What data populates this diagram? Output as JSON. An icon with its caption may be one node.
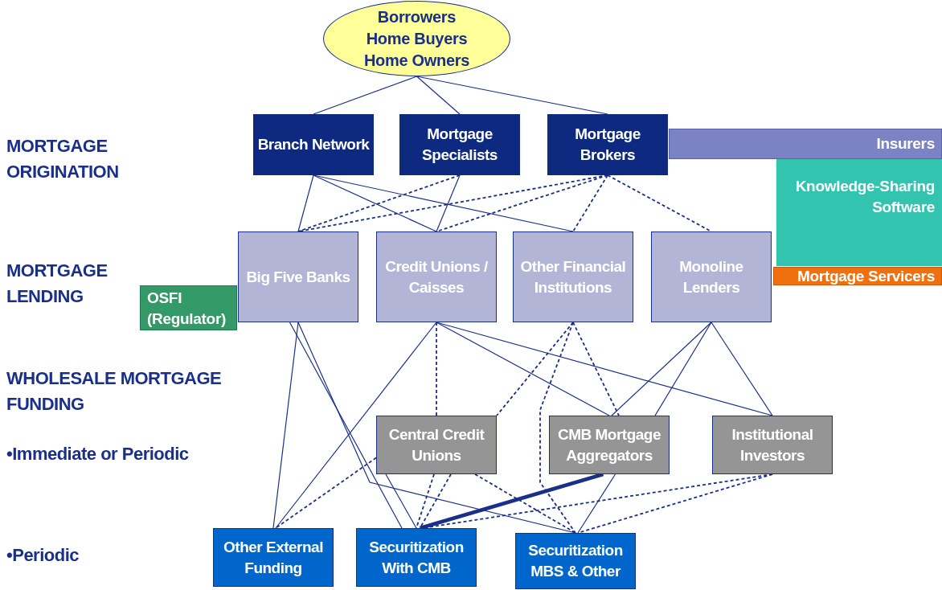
{
  "diagram": {
    "nodes": [
      {
        "text": [
          "Borrowers Home Buyers Home Owners"
        ]
      },
      {
        "text": [
          "Branch Network"
        ]
      },
      {
        "text": [
          "Mortgage Specialists"
        ]
      },
      {
        "text": [
          "Mortgage Brokers"
        ]
      },
      {
        "text": [
          "Insurers"
        ]
      },
      {
        "text": [
          "Knowledge-Sharing Software"
        ]
      },
      {
        "text": [
          "Big Five Banks"
        ]
      },
      {
        "text": [
          "Credit Unions / Caisses"
        ]
      },
      {
        "text": [
          "Other Financial Institutions"
        ]
      },
      {
        "text": [
          "Monoline Lenders"
        ]
      },
      {
        "text": [
          "Mortgage Servicers"
        ]
      },
      {
        "text": [
          "OSFI (Regulator)"
        ]
      },
      {
        "text": [
          "Central Credit Unions"
        ]
      },
      {
        "text": [
          "CMB Mortgage Aggregators"
        ]
      },
      {
        "text": [
          "Institutional Investors"
        ]
      },
      {
        "text": [
          "Other External Funding"
        ]
      },
      {
        "text": [
          "Securitization With CMB"
        ]
      },
      {
        "text": [
          "Securitization MBS & Other"
        ]
      }
    ],
    "edges": [
      {
        "from": 0,
        "to": 1,
        "arrow": "none"
      },
      {
        "from": 0,
        "to": 2,
        "arrow": "none"
      },
      {
        "from": 0,
        "to": 3,
        "arrow": "none"
      },
      {
        "from": 1,
        "to": 6,
        "arrow": "none"
      },
      {
        "from": 1,
        "to": 7,
        "arrow": "none"
      },
      {
        "from": 1,
        "to": 8,
        "arrow": "none"
      },
      {
        "from": 2,
        "to": 6,
        "arrow": "none",
        "style": "dashed"
      },
      {
        "from": 2,
        "to": 7,
        "arrow": "none"
      },
      {
        "from": 3,
        "to": 6,
        "arrow": "none",
        "style": "dashed"
      },
      {
        "from": 3,
        "to": 7,
        "arrow": "none",
        "style": "dashed"
      },
      {
        "from": 3,
        "to": 8,
        "arrow": "none",
        "style": "dashed"
      },
      {
        "from": 3,
        "to": 9,
        "arrow": "none",
        "style": "dashed"
      },
      {
        "from": 6,
        "to": 15,
        "arrow": "none"
      },
      {
        "from": 6,
        "to": 16,
        "arrow": "none"
      },
      {
        "from": 6,
        "to": 17,
        "arrow": "none"
      },
      {
        "from": 7,
        "to": 15,
        "arrow": "none"
      },
      {
        "from": 7,
        "to": 12,
        "arrow": "none",
        "style": "dashed"
      },
      {
        "from": 7,
        "to": 13,
        "arrow": "none"
      },
      {
        "from": 7,
        "to": 14,
        "arrow": "none"
      },
      {
        "from": 8,
        "to": 12,
        "arrow": "none",
        "style": "dashed"
      },
      {
        "from": 8,
        "to": 13,
        "arrow": "none",
        "style": "dashed"
      },
      {
        "from": 8,
        "to": 17,
        "arrow": "none",
        "style": "dashed"
      },
      {
        "from": 9,
        "to": 13,
        "arrow": "none"
      },
      {
        "from": 9,
        "to": 13,
        "arrow": "none"
      },
      {
        "from": 9,
        "to": 14,
        "arrow": "none"
      },
      {
        "from": 12,
        "to": 15,
        "arrow": "none",
        "style": "dashed"
      },
      {
        "from": 12,
        "to": 16,
        "arrow": "none"
      },
      {
        "from": 12,
        "to": 16,
        "arrow": "none",
        "style": "dashed"
      },
      {
        "from": 12,
        "to": 16,
        "arrow": "none",
        "style": "dashed"
      },
      {
        "from": 12,
        "to": 17,
        "arrow": "none",
        "style": "dashed"
      },
      {
        "from": 13,
        "to": 16,
        "arrow": "none",
        "style": "thick"
      },
      {
        "from": 13,
        "to": 17,
        "arrow": "none"
      },
      {
        "from": 14,
        "to": 16,
        "arrow": "none",
        "style": "dashed"
      },
      {
        "from": 14,
        "to": 17,
        "arrow": "none",
        "style": "dashed"
      }
    ],
    "labels": [
      "MORTGAGE ORIGINATION",
      "MORTGAGE LENDING",
      "WHOLESALE MORTGAGE FUNDING",
      "•Immediate or Periodic",
      "•Periodic"
    ]
  }
}
